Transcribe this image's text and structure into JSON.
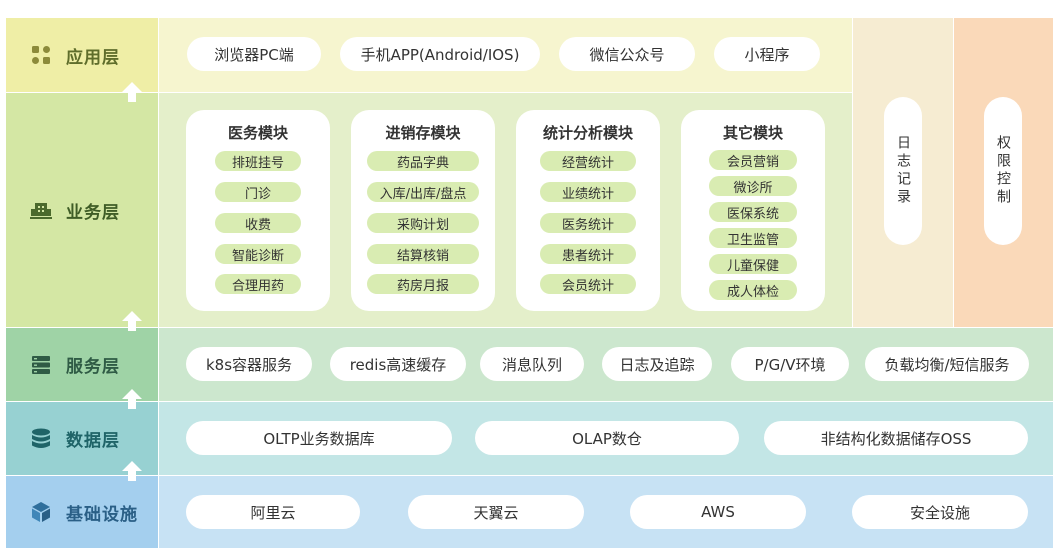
{
  "layers": {
    "app": {
      "label": "应用层",
      "icon": "apps-grid-icon",
      "items": [
        "浏览器PC端",
        "手机APP(Android/IOS)",
        "微信公众号",
        "小程序"
      ]
    },
    "business": {
      "label": "业务层",
      "icon": "building-icon",
      "modules": [
        {
          "title": "医务模块",
          "items": [
            "排班挂号",
            "门诊",
            "收费",
            "智能诊断",
            "合理用药"
          ]
        },
        {
          "title": "进销存模块",
          "items": [
            "药品字典",
            "入库/出库/盘点",
            "采购计划",
            "结算核销",
            "药房月报"
          ]
        },
        {
          "title": "统计分析模块",
          "items": [
            "经营统计",
            "业绩统计",
            "医务统计",
            "患者统计",
            "会员统计"
          ]
        },
        {
          "title": "其它模块",
          "items": [
            "会员营销",
            "微诊所",
            "医保系统",
            "卫生监管",
            "儿童保健",
            "成人体检"
          ]
        }
      ]
    },
    "service": {
      "label": "服务层",
      "icon": "server-icon",
      "items": [
        "k8s容器服务",
        "redis高速缓存",
        "消息队列",
        "日志及追踪",
        "P/G/V环境",
        "负载均衡/短信服务"
      ]
    },
    "data": {
      "label": "数据层",
      "icon": "database-icon",
      "items": [
        "OLTP业务数据库",
        "OLAP数仓",
        "非结构化数据储存OSS"
      ]
    },
    "infra": {
      "label": "基础设施",
      "icon": "cube-icon",
      "items": [
        "阿里云",
        "天翼云",
        "AWS",
        "安全设施"
      ]
    }
  },
  "side": {
    "log": "日志记录",
    "auth": "权限控制"
  },
  "colors": {
    "app_bg": "#f6f5cf",
    "app_label_bg": "#efeea6",
    "business_bg": "#e4efca",
    "business_label_bg": "#d4e7a4",
    "service_bg": "#cce7ce",
    "service_label_bg": "#9fd3a6",
    "data_bg": "#c3e6e6",
    "data_label_bg": "#97d1d2",
    "infra_bg": "#c7e2f4",
    "infra_label_bg": "#a4cfee",
    "log_col_bg": "#f6ecd2",
    "auth_col_bg": "#fad9b9",
    "accent_text": "#2f5b6d"
  }
}
